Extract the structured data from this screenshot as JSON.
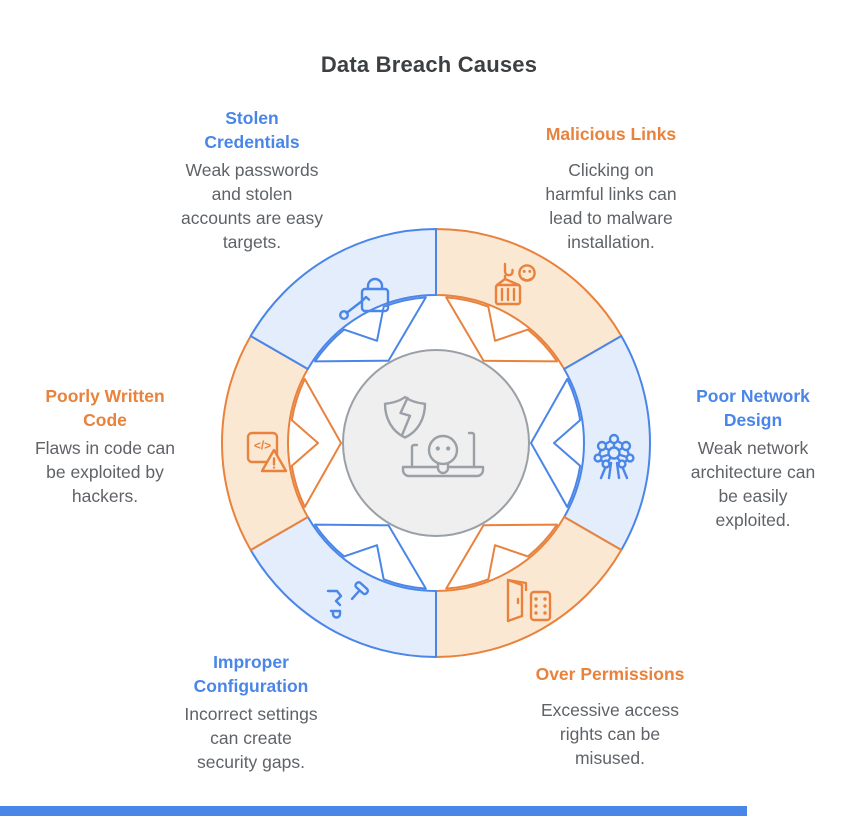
{
  "title": "Data Breach Causes",
  "colors": {
    "blue_accent": "#4a86e8",
    "blue_fill": "#e3edfb",
    "orange_accent": "#e8823d",
    "orange_fill": "#fbe8d3",
    "center_fill": "#efeff0",
    "center_stroke": "#9aa0a6",
    "title_text": "#3c4043",
    "body_text": "#5f6368",
    "footer_bar": "#4a86e8"
  },
  "center": {
    "icons": [
      "broken-shield-icon",
      "skull-laptop-icon"
    ]
  },
  "causes": [
    {
      "id": "malicious-links",
      "label": "Malicious Links",
      "description": "Clicking on\nharmful links can\nlead to malware\ninstallation.",
      "accent": "orange",
      "icon": "hook-crate-skull-icon",
      "position": "top-right"
    },
    {
      "id": "poor-network-design",
      "label": "Poor Network\nDesign",
      "description": "Weak network\narchitecture can\nbe easily\nexploited.",
      "accent": "blue",
      "icon": "network-icon",
      "position": "right"
    },
    {
      "id": "over-permissions",
      "label": "Over Permissions",
      "description": "Excessive access\nrights can be\nmisused.",
      "accent": "orange",
      "icon": "door-keypad-icon",
      "position": "bottom-right"
    },
    {
      "id": "improper-configuration",
      "label": "Improper\nConfiguration",
      "description": "Incorrect settings\ncan create\nsecurity gaps.",
      "accent": "blue",
      "icon": "tools-icon",
      "position": "bottom-left"
    },
    {
      "id": "poorly-written-code",
      "label": "Poorly Written\nCode",
      "description": "Flaws in code can\nbe exploited by\nhackers.",
      "accent": "orange",
      "icon": "code-warning-icon",
      "position": "left"
    },
    {
      "id": "stolen-credentials",
      "label": "Stolen\nCredentials",
      "description": "Weak passwords\nand stolen\naccounts are easy\ntargets.",
      "accent": "blue",
      "icon": "lock-pick-icon",
      "position": "top-left"
    }
  ]
}
